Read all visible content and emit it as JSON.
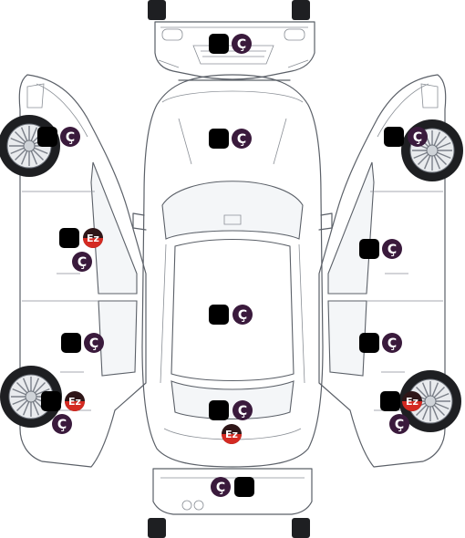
{
  "badges": {
    "ok_icon": "checkmark-icon",
    "c_label": "Ç",
    "ez_label": "Ez"
  },
  "colors": {
    "ok": "#2fb433",
    "c_badge": "#3a1a3c",
    "ez_top": "#2f1618",
    "ez_bottom": "#d42a22",
    "outline": "#5b6068",
    "tire": "#1e1f22"
  },
  "regions": [
    {
      "name": "front-bumper",
      "marks": [
        "ok",
        "c"
      ]
    },
    {
      "name": "hood",
      "marks": [
        "ok",
        "c"
      ]
    },
    {
      "name": "roof",
      "marks": [
        "ok",
        "c"
      ]
    },
    {
      "name": "trunk",
      "marks": [
        "ok",
        "c",
        "ez"
      ]
    },
    {
      "name": "rear-bumper",
      "marks": [
        "c",
        "ok"
      ]
    },
    {
      "name": "left-front-fender",
      "marks": [
        "ok",
        "c"
      ]
    },
    {
      "name": "left-front-door",
      "marks": [
        "ok",
        "ez",
        "c"
      ]
    },
    {
      "name": "left-rear-door",
      "marks": [
        "ok",
        "c"
      ]
    },
    {
      "name": "left-rear-fender",
      "marks": [
        "ok",
        "ez",
        "c"
      ]
    },
    {
      "name": "right-front-fender",
      "marks": [
        "ok",
        "c"
      ]
    },
    {
      "name": "right-front-door",
      "marks": [
        "ok",
        "c"
      ]
    },
    {
      "name": "right-rear-door",
      "marks": [
        "ok",
        "c"
      ]
    },
    {
      "name": "right-rear-fender",
      "marks": [
        "ok",
        "ez",
        "c"
      ]
    }
  ]
}
